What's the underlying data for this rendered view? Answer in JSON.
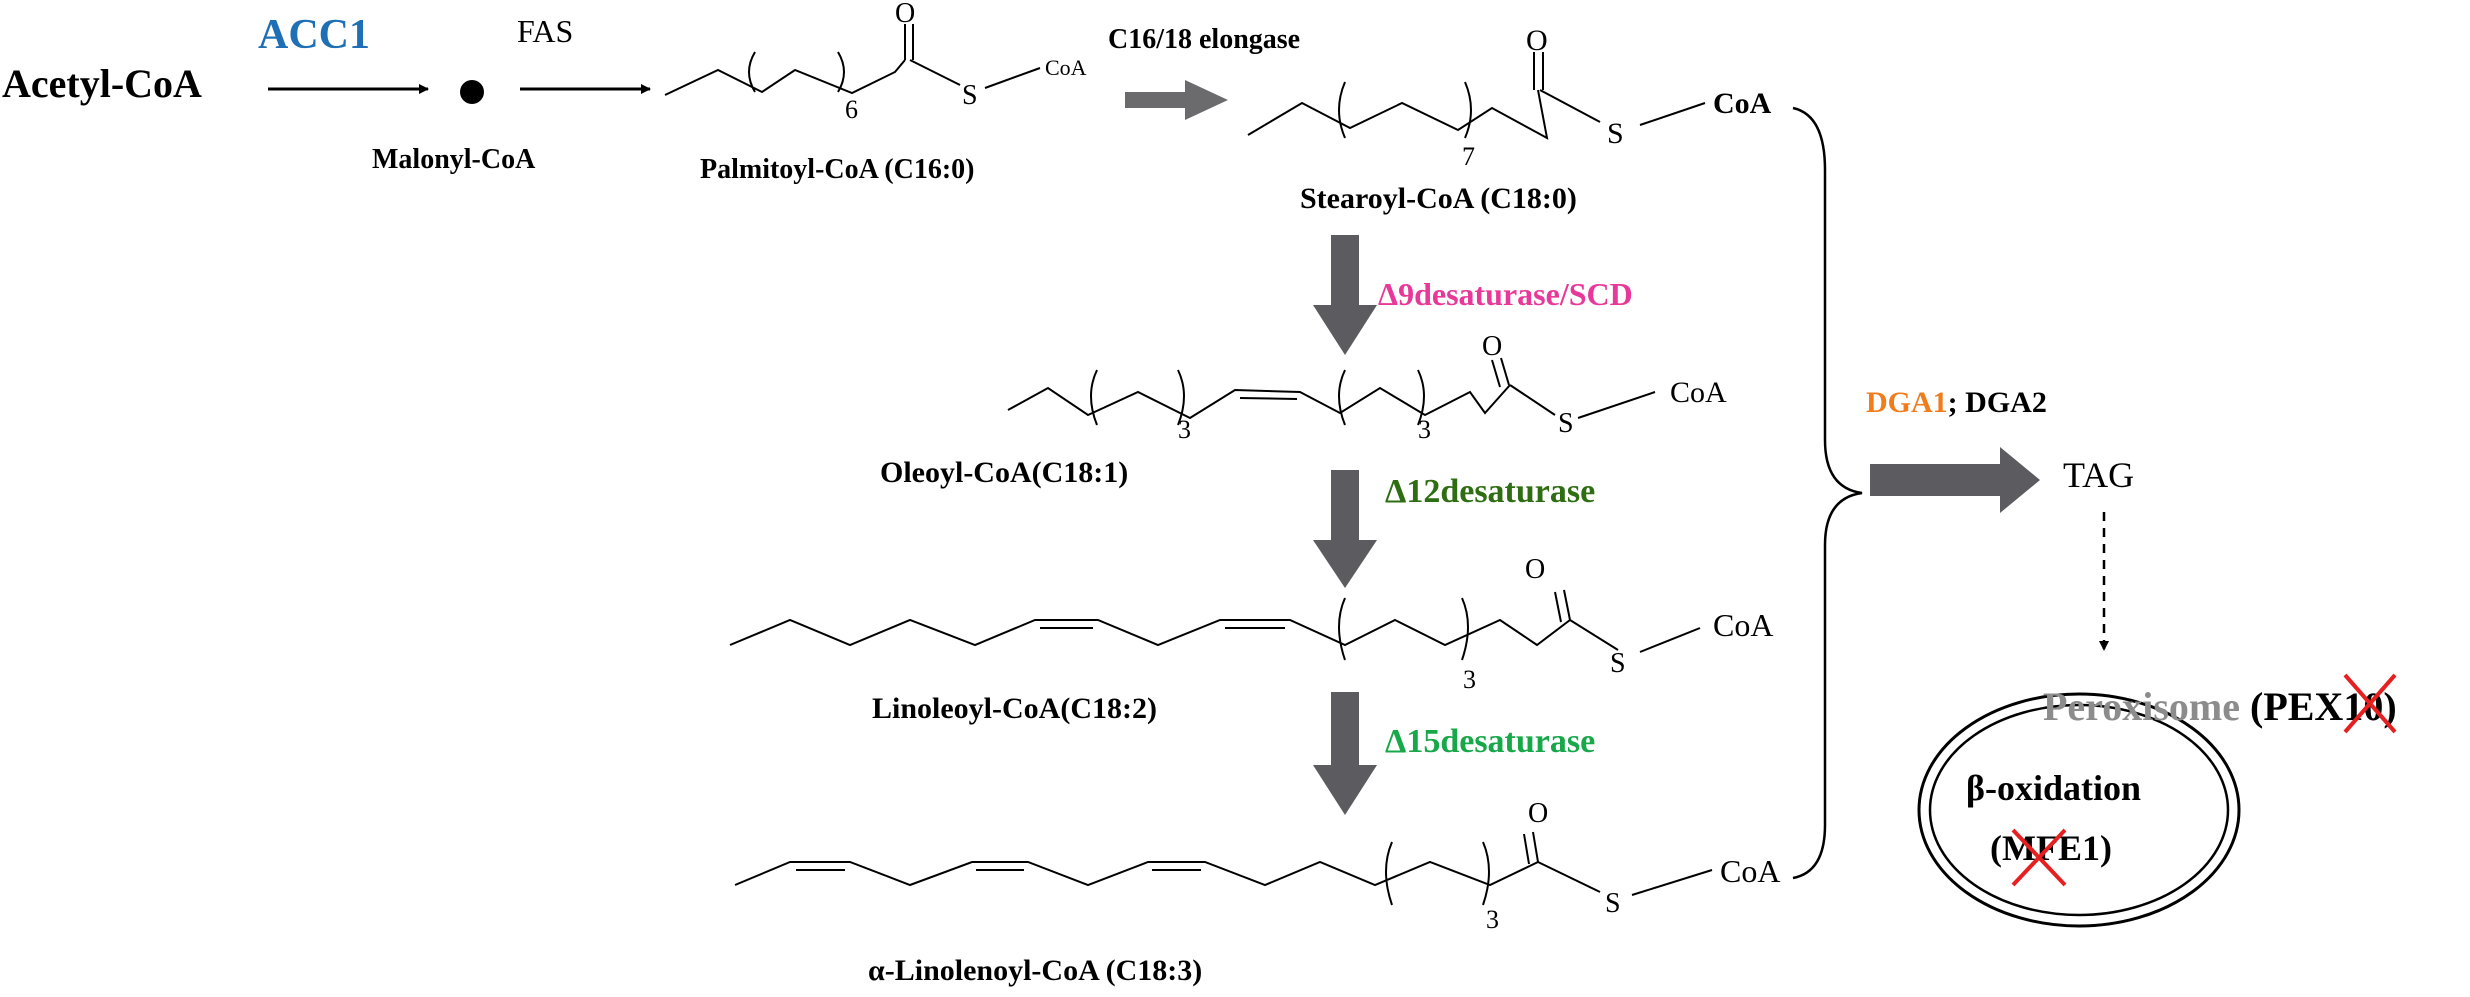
{
  "metabolites": {
    "acetyl_coa": "Acetyl-CoA",
    "malonyl_coa": "Malonyl-CoA",
    "palmitoyl_coa": "Palmitoyl-CoA (C16:0)",
    "stearoyl_coa": "Stearoyl-CoA (C18:0)",
    "oleoyl_coa": "Oleoyl-CoA(C18:1)",
    "linoleoyl_coa": "Linoleoyl-CoA(C18:2)",
    "linolenoyl_coa": "α-Linolenoyl-CoA (C18:3)",
    "tag": "TAG"
  },
  "enzymes": {
    "acc1": "ACC1",
    "fas": "FAS",
    "elongase": "C16/18 elongase",
    "d9": "Δ9desaturase/SCD",
    "d12": "Δ12desaturase",
    "d15": "Δ15desaturase",
    "dga1": "DGA1",
    "dga_sep": "; ",
    "dga2": "DGA2"
  },
  "structure_labels": {
    "oxygen": "O",
    "sulfur": "S",
    "coa": "CoA",
    "palmitoyl_repeat": "6",
    "stearoyl_repeat": "7",
    "oleoyl_repeat_a": "3",
    "oleoyl_repeat_b": "3",
    "linoleoyl_repeat": "3",
    "linolenoyl_repeat": "3"
  },
  "peroxisome": {
    "name": "Peroxisome",
    "pex_open": "(",
    "pex_gene": "PEX10",
    "pex_close": ")",
    "beta_oxidation": "β-oxidation",
    "mfe_open": "(",
    "mfe_gene": "MFE1",
    "mfe_close": ")"
  },
  "colors": {
    "acc1": "#1f6fb6",
    "d9": "#e8399a",
    "d12": "#2e6d12",
    "d15": "#17a84a",
    "dga1": "#f07c1b",
    "peroxisome": "#8c8c8c",
    "knockout": "#e62020",
    "block_arrow": "#5b5b60"
  }
}
